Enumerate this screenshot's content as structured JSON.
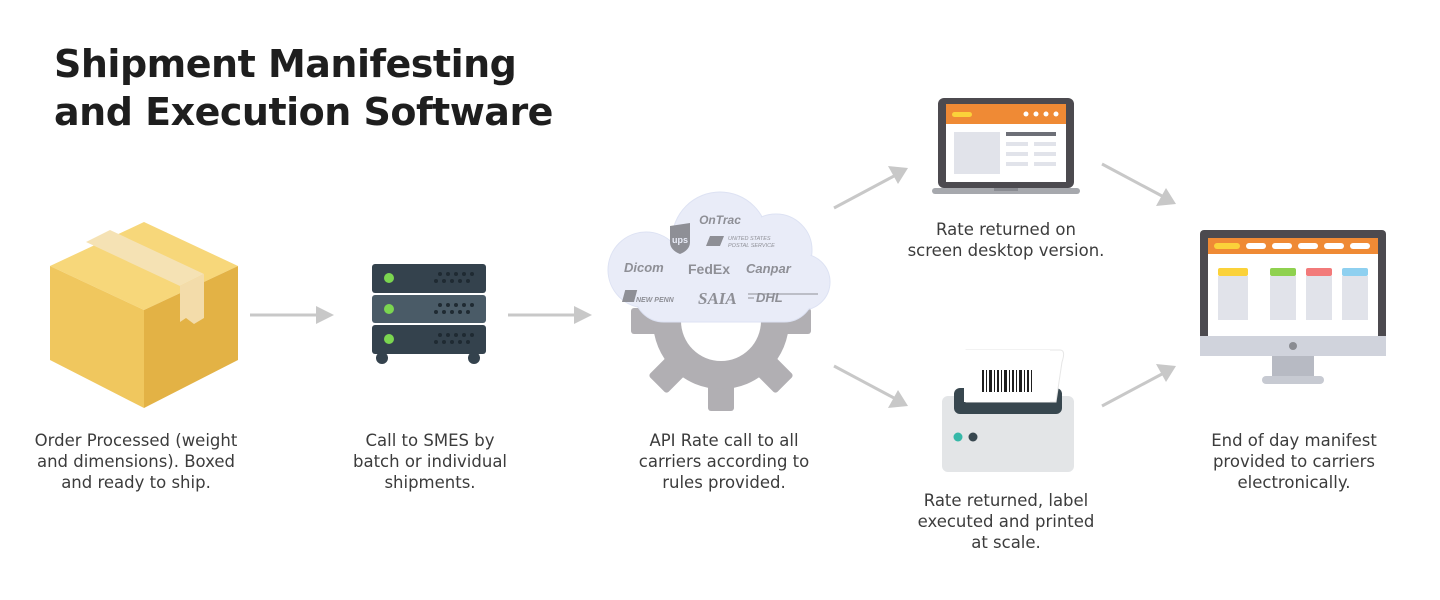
{
  "title": {
    "line1": "Shipment Manifesting",
    "line2": "and Execution Software"
  },
  "steps": {
    "order": {
      "lines": [
        "Order Processed (weight",
        "and dimensions). Boxed",
        "and ready to ship."
      ]
    },
    "smes": {
      "lines": [
        "Call to SMES by",
        "batch or individual",
        "shipments."
      ]
    },
    "api": {
      "lines": [
        "API Rate call to all",
        "carriers according to",
        "rules provided."
      ]
    },
    "desktop": {
      "lines": [
        "Rate returned on",
        "screen desktop version."
      ]
    },
    "label": {
      "lines": [
        "Rate returned, label",
        "executed and printed",
        "at scale."
      ]
    },
    "manifest": {
      "lines": [
        "End of day manifest",
        "provided to carriers",
        "electronically."
      ]
    }
  },
  "carriers": {
    "ontrac": "OnTrac",
    "ups": "ups",
    "usps_line1": "UNITED STATES",
    "usps_line2": "POSTAL SERVICE",
    "dicom": "Dicom",
    "fedex": "FedEx",
    "canpar": "Canpar",
    "newpenn": "NEW PENN",
    "saia": "SAIA",
    "dhl": "DHL"
  },
  "colors": {
    "box": "#f0c75e",
    "server": "#34424d",
    "server_led": "#7bd650",
    "gear": "#b1afb3",
    "cloud": "#e9ecf8",
    "screen_header": "#ef8a35",
    "arrow": "#c8c8c8"
  }
}
